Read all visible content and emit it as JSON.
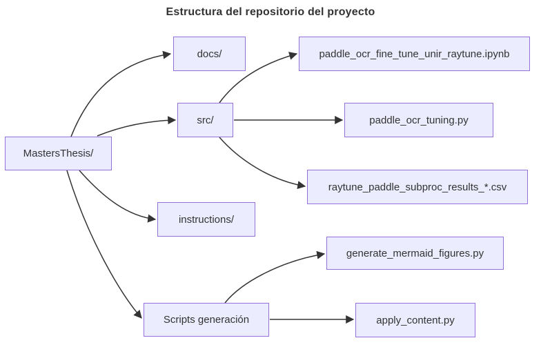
{
  "diagram": {
    "title": "Estructura del repositorio del proyecto",
    "type": "flowchart-left-right",
    "colors": {
      "node_fill": "#ECECFF",
      "node_border": "#9370DB",
      "edge": "#333333",
      "text": "#333333",
      "background": "#ffffff"
    },
    "nodes": {
      "root": {
        "label": "MastersThesis/"
      },
      "docs": {
        "label": "docs/"
      },
      "src": {
        "label": "src/"
      },
      "ipynb": {
        "label": "paddle_ocr_fine_tune_unir_raytune.ipynb"
      },
      "tuning": {
        "label": "paddle_ocr_tuning.py"
      },
      "csv": {
        "label": "raytune_paddle_subproc_results_*.csv"
      },
      "instructions": {
        "label": "instructions/"
      },
      "generate": {
        "label": "generate_mermaid_figures.py"
      },
      "scripts": {
        "label": "Scripts generación"
      },
      "apply": {
        "label": "apply_content.py"
      }
    },
    "edges": [
      {
        "from": "root",
        "to": "docs"
      },
      {
        "from": "root",
        "to": "src"
      },
      {
        "from": "root",
        "to": "instructions"
      },
      {
        "from": "root",
        "to": "scripts"
      },
      {
        "from": "src",
        "to": "ipynb"
      },
      {
        "from": "src",
        "to": "tuning"
      },
      {
        "from": "src",
        "to": "csv"
      },
      {
        "from": "scripts",
        "to": "generate"
      },
      {
        "from": "scripts",
        "to": "apply"
      }
    ]
  }
}
